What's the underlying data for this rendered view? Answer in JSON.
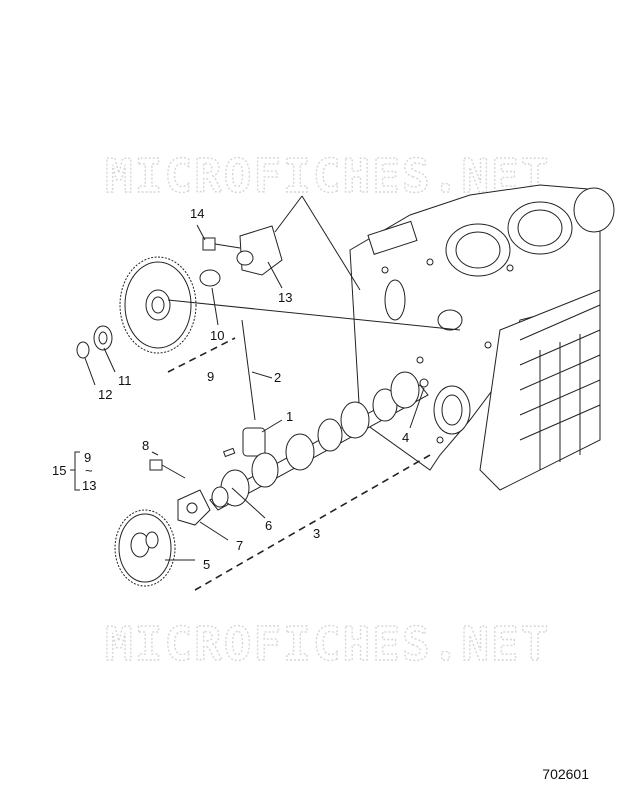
{
  "watermark": "MICROFICHES.NET",
  "figure_ref": "702601",
  "callouts": {
    "c1": "1",
    "c2": "2",
    "c3": "3",
    "c4": "4",
    "c5": "5",
    "c6": "6",
    "c7": "7",
    "c8": "8",
    "c9": "9",
    "c10": "10",
    "c11": "11",
    "c12": "12",
    "c13": "13",
    "c14": "14",
    "c15": "15"
  },
  "group_label": {
    "from": "9",
    "sep": "~",
    "to": "13"
  }
}
